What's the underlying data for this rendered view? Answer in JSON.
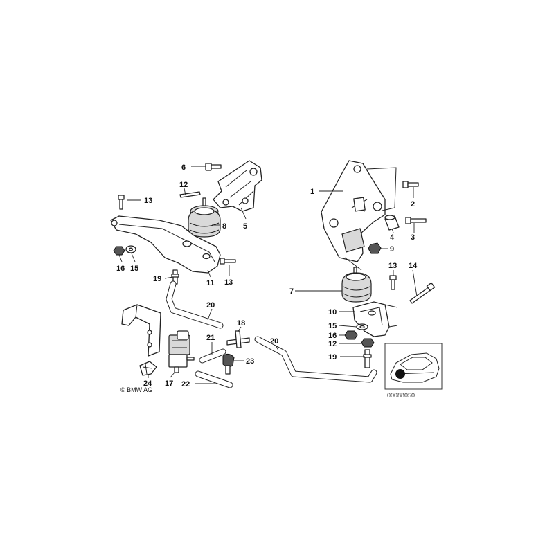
{
  "callouts": [
    {
      "id": "c1",
      "text": "1"
    },
    {
      "id": "c2",
      "text": "2"
    },
    {
      "id": "c3",
      "text": "3"
    },
    {
      "id": "c4",
      "text": "4"
    },
    {
      "id": "c5",
      "text": "5"
    },
    {
      "id": "c6",
      "text": "6"
    },
    {
      "id": "c7",
      "text": "7"
    },
    {
      "id": "c8",
      "text": "8"
    },
    {
      "id": "c9",
      "text": "9"
    },
    {
      "id": "c10",
      "text": "10"
    },
    {
      "id": "c11",
      "text": "11"
    },
    {
      "id": "c12a",
      "text": "12"
    },
    {
      "id": "c12b",
      "text": "12"
    },
    {
      "id": "c13a",
      "text": "13"
    },
    {
      "id": "c13b",
      "text": "13"
    },
    {
      "id": "c13c",
      "text": "13"
    },
    {
      "id": "c14",
      "text": "14"
    },
    {
      "id": "c15a",
      "text": "15"
    },
    {
      "id": "c15b",
      "text": "15"
    },
    {
      "id": "c16a",
      "text": "16"
    },
    {
      "id": "c16b",
      "text": "16"
    },
    {
      "id": "c17",
      "text": "17"
    },
    {
      "id": "c18",
      "text": "18"
    },
    {
      "id": "c19a",
      "text": "19"
    },
    {
      "id": "c19b",
      "text": "19"
    },
    {
      "id": "c20a",
      "text": "20"
    },
    {
      "id": "c20b",
      "text": "20"
    },
    {
      "id": "c21",
      "text": "21"
    },
    {
      "id": "c22",
      "text": "22"
    },
    {
      "id": "c23",
      "text": "23"
    },
    {
      "id": "c24",
      "text": "24"
    }
  ],
  "copyright": "© BMW AG",
  "diagram_code": "00088050"
}
